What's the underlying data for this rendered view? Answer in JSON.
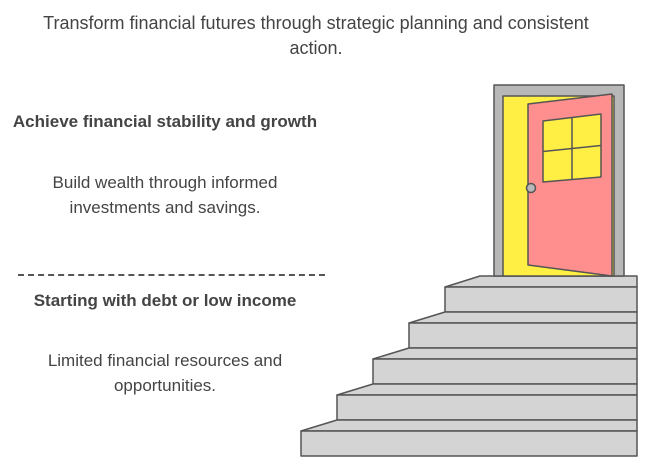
{
  "headline": "Transform financial futures through strategic planning and consistent action.",
  "top_block": {
    "title": "Achieve financial stability and growth",
    "description": "Build wealth through informed investments and savings."
  },
  "bottom_block": {
    "title": "Starting with debt or low income",
    "description": "Limited financial resources and opportunities."
  },
  "colors": {
    "text": "#444444",
    "door_frame": "#b8b8b8",
    "door_opening": "#ffee44",
    "door": "#ff8f8f",
    "stairs": "#d4d4d4",
    "outline": "#555555"
  },
  "icons": [
    "staircase-icon",
    "open-door-icon",
    "door-window-icon",
    "door-knob-icon"
  ]
}
